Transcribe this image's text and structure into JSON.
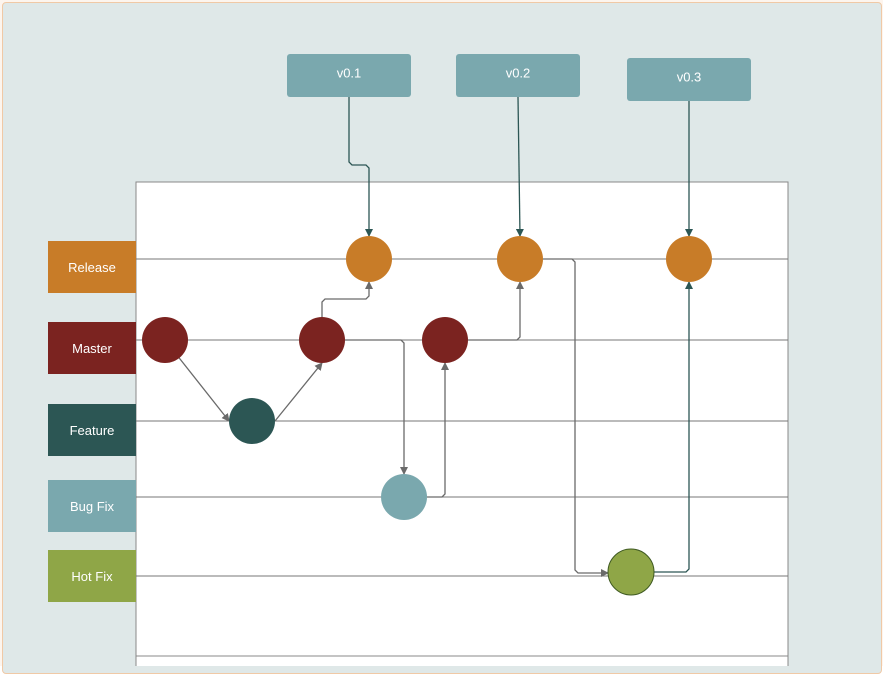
{
  "colors": {
    "release": "#c87c28",
    "master": "#7b2320",
    "feature": "#2c5654",
    "bugfix": "#7aa8ae",
    "hotfix": "#8fa647",
    "tag": "#7aa8ae",
    "line": "#6a6a6a",
    "tag_arrow": "#2c5654",
    "frame": "#dfe8e8"
  },
  "lanes": [
    {
      "id": "release",
      "label": "Release"
    },
    {
      "id": "master",
      "label": "Master"
    },
    {
      "id": "feature",
      "label": "Feature"
    },
    {
      "id": "bugfix",
      "label": "Bug Fix"
    },
    {
      "id": "hotfix",
      "label": "Hot Fix"
    }
  ],
  "tags": [
    {
      "id": "v01",
      "label": "v0.1"
    },
    {
      "id": "v02",
      "label": "v0.2"
    },
    {
      "id": "v03",
      "label": "v0.3"
    }
  ],
  "commits": [
    {
      "id": "m1",
      "lane": "master"
    },
    {
      "id": "f1",
      "lane": "feature"
    },
    {
      "id": "m2",
      "lane": "master"
    },
    {
      "id": "r1",
      "lane": "release"
    },
    {
      "id": "b1",
      "lane": "bugfix"
    },
    {
      "id": "m3",
      "lane": "master"
    },
    {
      "id": "r2",
      "lane": "release"
    },
    {
      "id": "h1",
      "lane": "hotfix"
    },
    {
      "id": "r3",
      "lane": "release"
    }
  ],
  "connections": [
    {
      "from": "m1",
      "to": "f1"
    },
    {
      "from": "f1",
      "to": "m2"
    },
    {
      "from": "m2",
      "to": "r1"
    },
    {
      "from": "m2",
      "to": "b1"
    },
    {
      "from": "b1",
      "to": "m3"
    },
    {
      "from": "m3",
      "to": "r2"
    },
    {
      "from": "r2",
      "to": "h1"
    },
    {
      "from": "h1",
      "to": "r3"
    },
    {
      "from": "v01",
      "to": "r1"
    },
    {
      "from": "v02",
      "to": "r2"
    },
    {
      "from": "v03",
      "to": "r3"
    }
  ]
}
